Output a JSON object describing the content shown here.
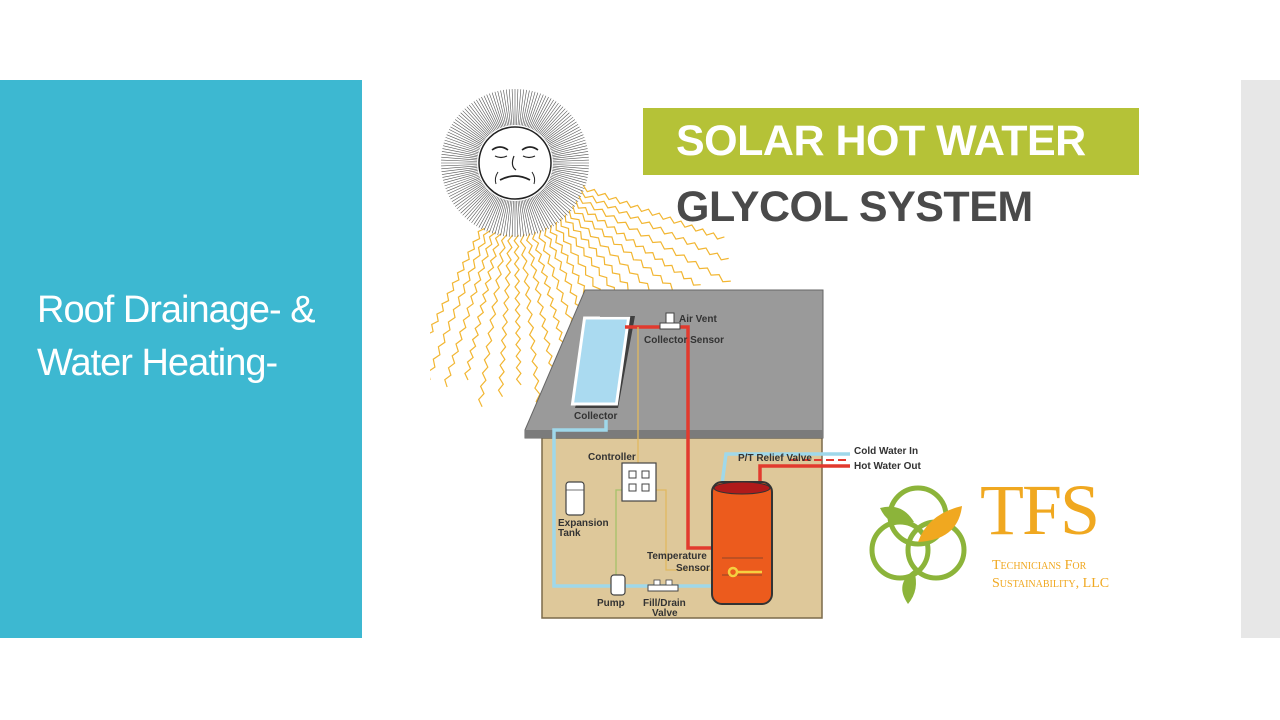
{
  "slide": {
    "title": "Roof Drainage- & Water Heating-"
  },
  "diagram": {
    "header_line1": "SOLAR HOT WATER",
    "header_line2": "GLYCOL SYSTEM",
    "labels": {
      "air_vent": "Air Vent",
      "collector_sensor": "Collector Sensor",
      "collector": "Collector",
      "controller": "Controller",
      "pt_relief_valve": "P/T Relief Valve",
      "cold_water_in": "Cold Water In",
      "hot_water_out": "Hot Water Out",
      "expansion_tank_1": "Expansion",
      "expansion_tank_2": "Tank",
      "temperature_sensor_1": "Temperature",
      "temperature_sensor_2": "Sensor",
      "pump": "Pump",
      "fill_drain_valve_1": "Fill/Drain",
      "fill_drain_valve_2": "Valve"
    }
  },
  "logo": {
    "initials": "TFS",
    "line1": "Technicians For",
    "line2": "Sustainability, LLC"
  },
  "colors": {
    "panel": "#3db8d1",
    "header_band": "#b5c237",
    "header_text2": "#4a4a4a",
    "hot_pipe": "#e23a2e",
    "cold_pipe": "#9fd8ea",
    "tank": "#ec5b1d",
    "logo_orange": "#f0a820",
    "logo_green": "#8cb43a"
  }
}
